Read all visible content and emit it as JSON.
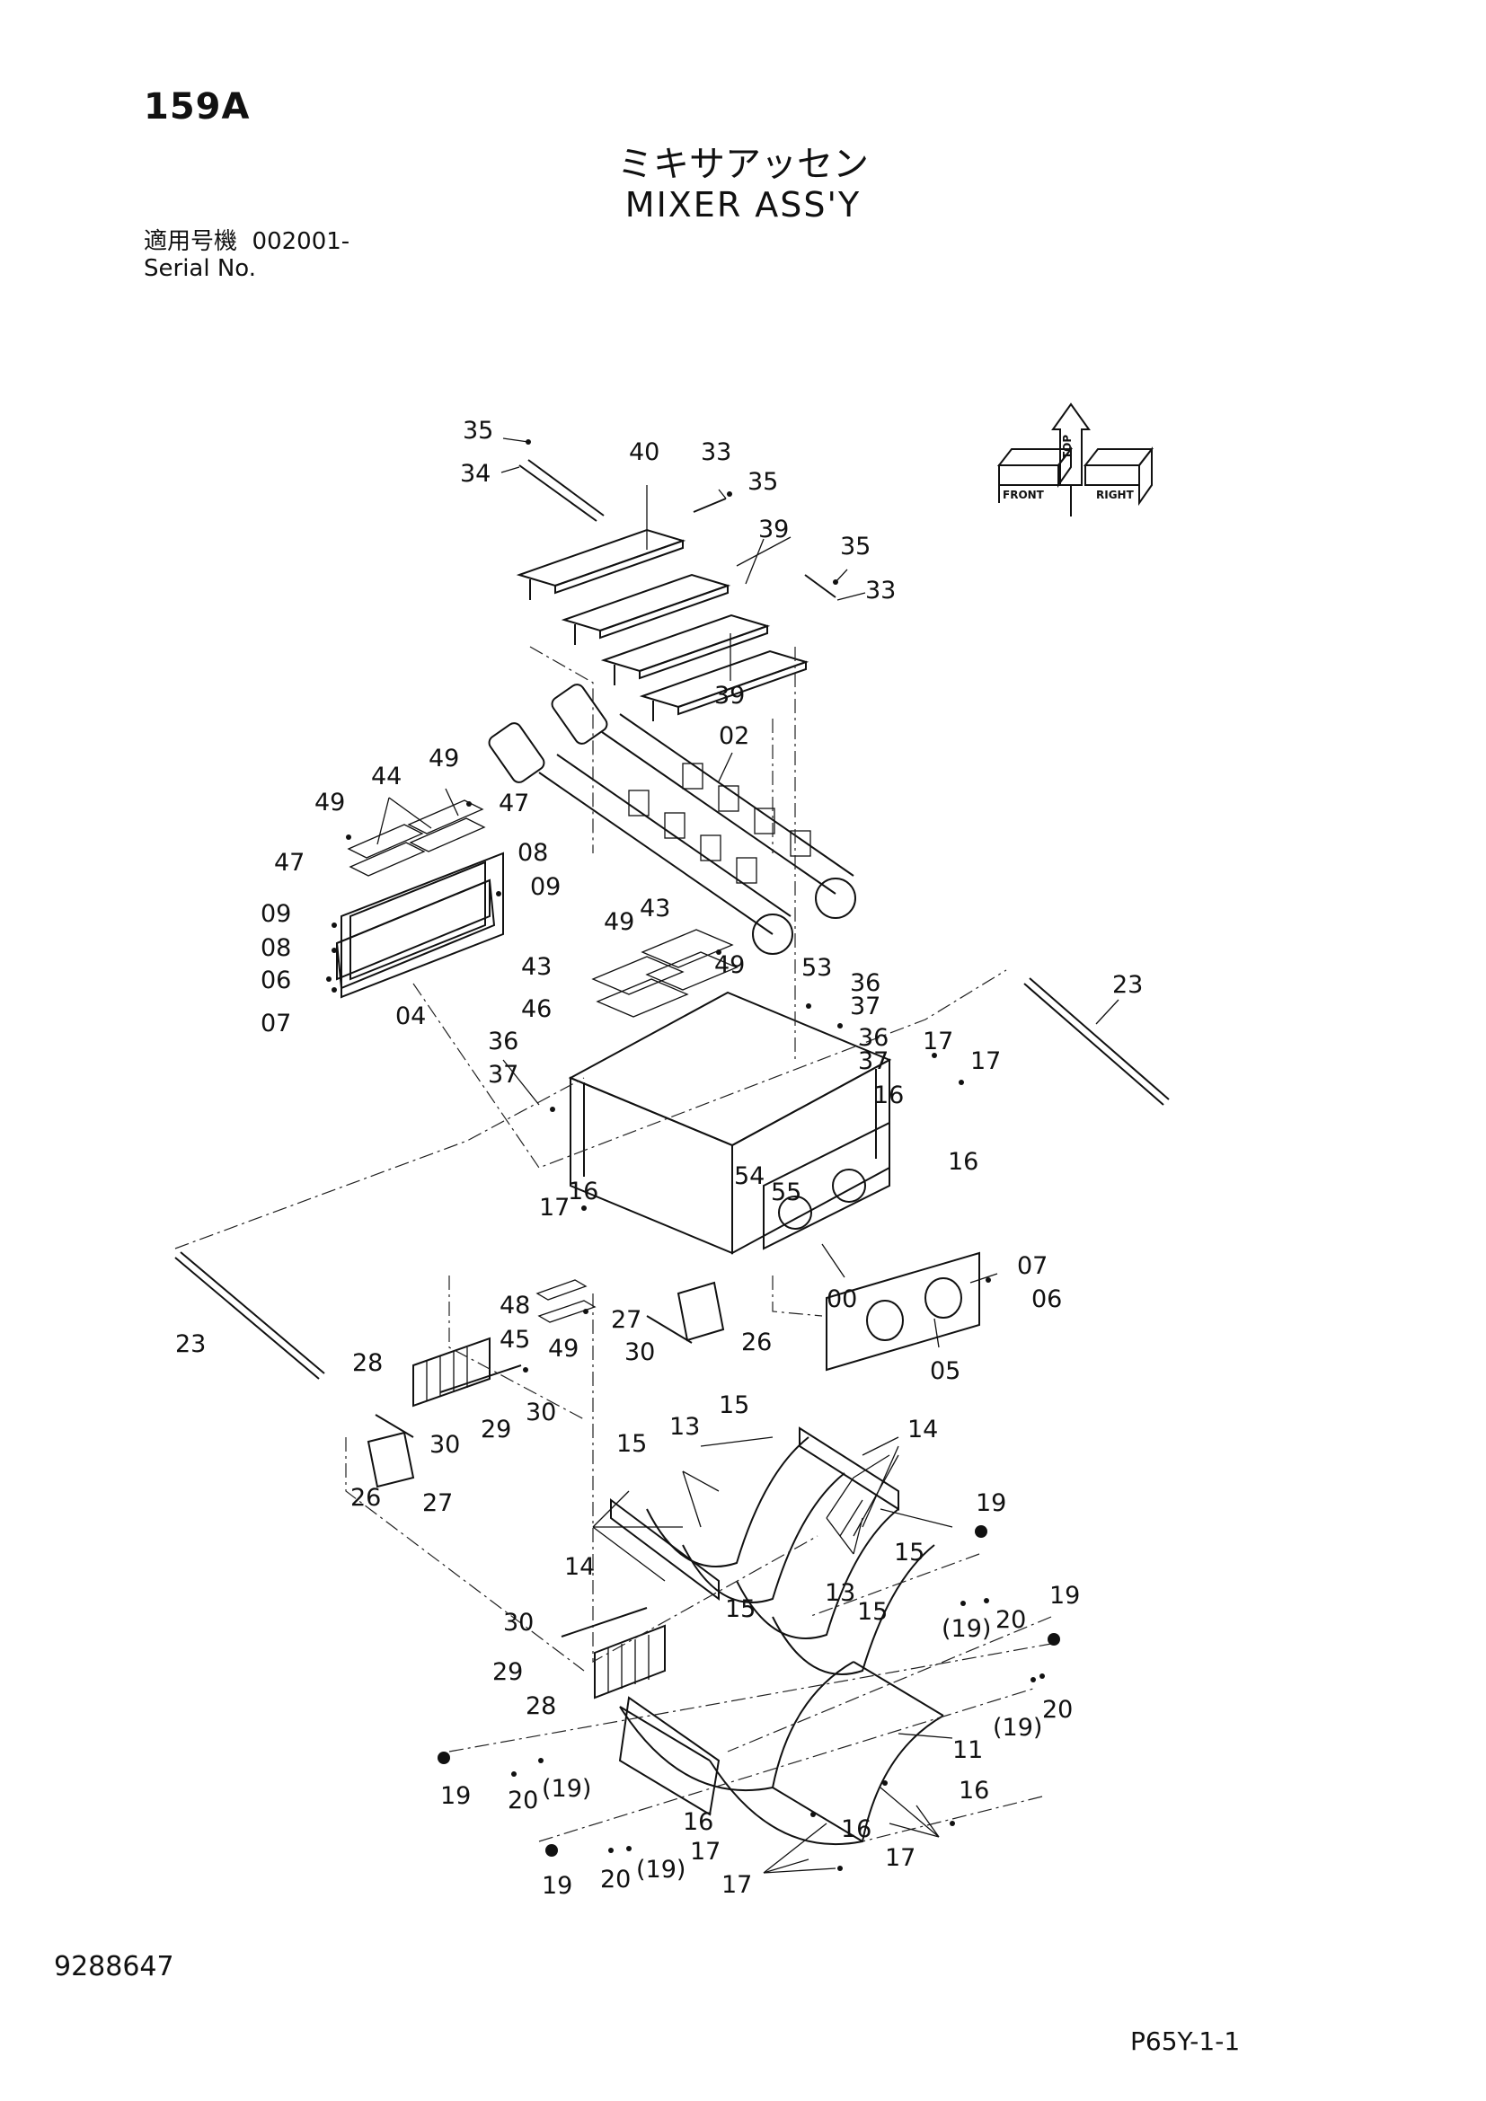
{
  "header": {
    "page_number": "159A",
    "title_jp": "ミキサアッセン",
    "title_en": "MIXER ASS'Y",
    "serial_label_jp": "適用号機",
    "serial_range": "002001-",
    "serial_label_en": "Serial No."
  },
  "footer": {
    "document_number": "9288647",
    "page_reference": "P65Y-1-1"
  },
  "orientation_symbol": {
    "labels": [
      "FRONT",
      "TOP",
      "RIGHT"
    ]
  },
  "callouts": [
    "35",
    "34",
    "40",
    "33",
    "35",
    "39",
    "35",
    "33",
    "39",
    "02",
    "49",
    "44",
    "49",
    "47",
    "47",
    "08",
    "09",
    "09",
    "08",
    "06",
    "07",
    "04",
    "49",
    "43",
    "49",
    "43",
    "46",
    "53",
    "36",
    "37",
    "36",
    "37",
    "17",
    "16",
    "17",
    "16",
    "23",
    "36",
    "37",
    "54",
    "55",
    "17",
    "16",
    "07",
    "06",
    "00",
    "05",
    "48",
    "45",
    "49",
    "27",
    "30",
    "26",
    "23",
    "28",
    "29",
    "30",
    "30",
    "26",
    "27",
    "15",
    "13",
    "14",
    "15",
    "15",
    "14",
    "15",
    "13",
    "15",
    "19",
    "(19)",
    "20",
    "19",
    "30",
    "29",
    "28",
    "(19)",
    "20",
    "11",
    "16",
    "16",
    "19",
    "20",
    "(19)",
    "16",
    "17",
    "17",
    "17",
    "19",
    "20",
    "(19)"
  ]
}
